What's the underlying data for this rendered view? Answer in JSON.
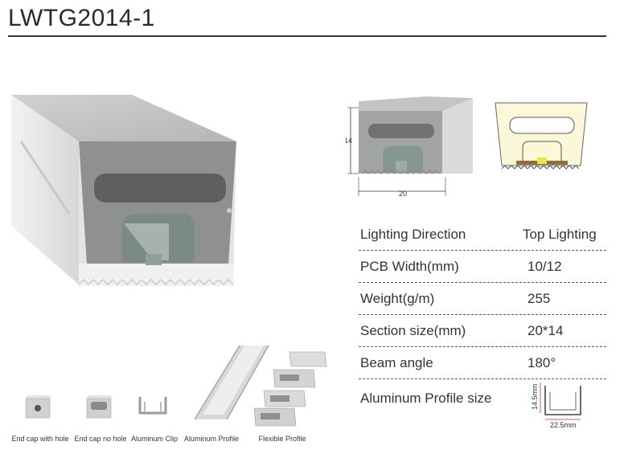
{
  "title": "LWTG2014-1",
  "section_drawing": {
    "height_label": "14",
    "width_label": "20"
  },
  "specs": [
    {
      "label": "Lighting  Direction",
      "value": "Top Lighting"
    },
    {
      "label": "PCB  Width(mm)",
      "value": "10/12"
    },
    {
      "label": "Weight(g/m)",
      "value": "255"
    },
    {
      "label": "Section size(mm)",
      "value": "20*14"
    },
    {
      "label": "Beam angle",
      "value": "180°"
    },
    {
      "label": "Aluminum Profile size",
      "value": ""
    }
  ],
  "profile_drawing": {
    "height_label": "14.5mm",
    "width_label": "22.5mm"
  },
  "accessories": [
    {
      "label": "End cap with hole"
    },
    {
      "label": "End cap no hole"
    },
    {
      "label": "Aluminum Clip"
    },
    {
      "label": "Aluminum Profile"
    },
    {
      "label": "Flexible Profile"
    }
  ]
}
